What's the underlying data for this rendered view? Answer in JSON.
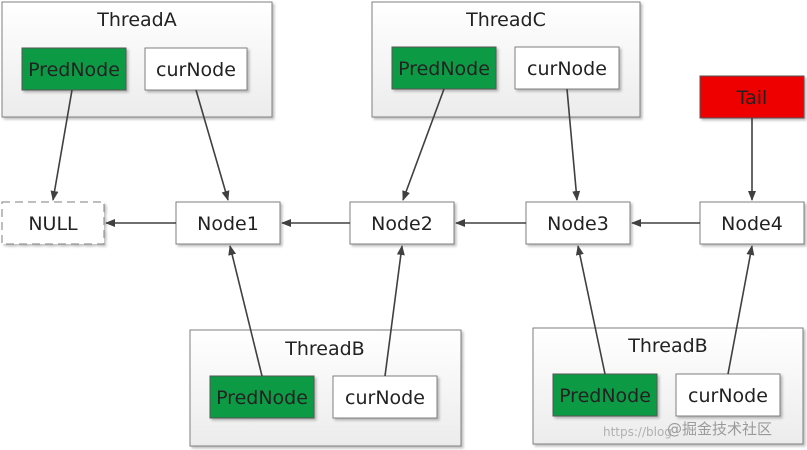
{
  "colors": {
    "pred": "#0b9a44",
    "tail": "#ee0000",
    "box_fill": "#ffffff",
    "panel_fill": "#f4f4f4",
    "border": "#7f7f7f",
    "arrow": "#404040"
  },
  "threads": {
    "a": {
      "title": "ThreadA",
      "pred": "PredNode",
      "cur": "curNode"
    },
    "c": {
      "title": "ThreadC",
      "pred": "PredNode",
      "cur": "curNode"
    },
    "b1": {
      "title": "ThreadB",
      "pred": "PredNode",
      "cur": "curNode"
    },
    "b2": {
      "title": "ThreadB",
      "pred": "PredNode",
      "cur": "curNode"
    }
  },
  "nodes": {
    "null": "NULL",
    "node1": "Node1",
    "node2": "Node2",
    "node3": "Node3",
    "node4": "Node4"
  },
  "tail": "Tail",
  "watermark": {
    "url": "https://blog",
    "site": "@掘金技术社区"
  }
}
